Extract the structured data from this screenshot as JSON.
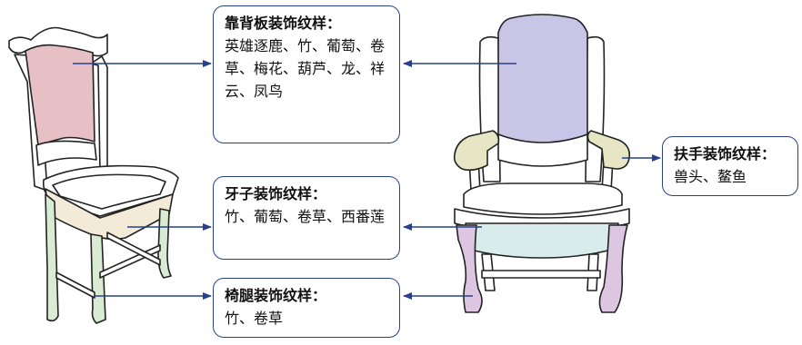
{
  "colors": {
    "accent_line": "#27408b",
    "backrest_left": "#e6c0c4",
    "backrest_right": "#c9c5e6",
    "apron": "#f3ead8",
    "apron_right": "#d8ecec",
    "legs_left": "#d9ecd3",
    "legs_right": "#dcc6e2",
    "armrest": "#e6e6c4",
    "outline": "#222222"
  },
  "callouts": {
    "backrest": {
      "title": "靠背板装饰纹样：",
      "body": "英雄逐鹿、竹、葡萄、卷草、梅花、葫芦、龙、祥云、凤鸟"
    },
    "apron": {
      "title": "牙子装饰纹样：",
      "body": "竹、葡萄、卷草、西番莲"
    },
    "legs": {
      "title": "椅腿装饰纹样：",
      "body": "竹、卷草"
    },
    "armrest": {
      "title": "扶手装饰纹样：",
      "body": "兽头、鳌鱼"
    }
  }
}
